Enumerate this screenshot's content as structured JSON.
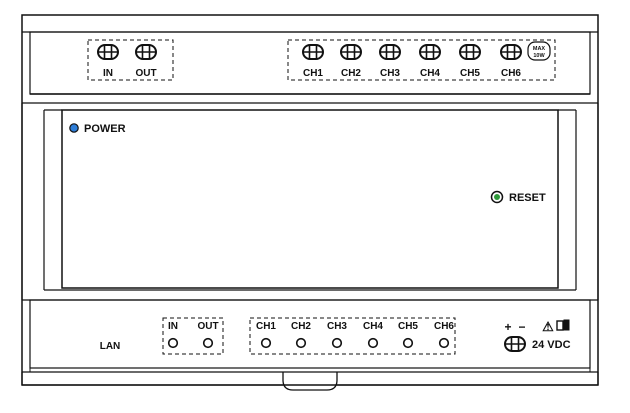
{
  "top_panel": {
    "group_a_labels": [
      "IN",
      "OUT"
    ],
    "channel_labels": [
      "CH1",
      "CH2",
      "CH3",
      "CH4",
      "CH5",
      "CH6"
    ],
    "max_note_line1": "MAX",
    "max_note_line2": "10W"
  },
  "front_panel": {
    "power_label": "POWER",
    "reset_label": "RESET",
    "power_led_color": "#2e7dd7",
    "reset_led_color": "#2e9a3a"
  },
  "bottom_panel": {
    "lan_label": "LAN",
    "io_labels": [
      "IN",
      "OUT"
    ],
    "channel_labels": [
      "CH1",
      "CH2",
      "CH3",
      "CH4",
      "CH5",
      "CH6"
    ],
    "polarity_plus": "+",
    "polarity_minus": "−",
    "voltage_label": "24 VDC",
    "warning_symbol": "⚠"
  }
}
